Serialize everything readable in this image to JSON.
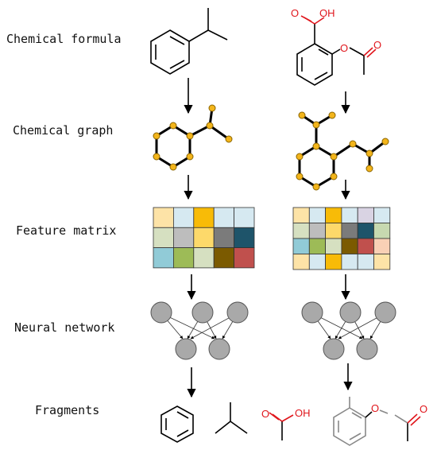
{
  "rows": [
    {
      "label": "Chemical formula"
    },
    {
      "label": "Chemical graph"
    },
    {
      "label": "Feature matrix"
    },
    {
      "label": "Neural network"
    },
    {
      "label": "Fragments"
    }
  ],
  "atom_labels": {
    "oh": "OH",
    "o": "O"
  },
  "colors": {
    "bond": "#000000",
    "heteroatom": "#e0161c",
    "node_fill": "#f3b51b",
    "node_stroke": "#8a6400",
    "neuron_fill": "#a9a9a9",
    "neuron_stroke": "#555555",
    "matrix_grid": "#333333"
  },
  "feature_matrix_left": [
    [
      "#fde3a7",
      "#d6e9f1",
      "#f8bb07",
      "#d6e9f1",
      "#d6e9f1"
    ],
    [
      "#d6e0c1",
      "#bdbdbd",
      "#fdd96a",
      "#7b7b7b",
      "#1e546a"
    ],
    [
      "#91cbd7",
      "#9dbb57",
      "#d6e0c1",
      "#7b5a00",
      "#c0504d"
    ]
  ],
  "feature_matrix_right": [
    [
      "#fde3a7",
      "#d6e9f1",
      "#f8bb07",
      "#d6e9f1",
      "#d9d3e3",
      "#d6e9f1"
    ],
    [
      "#d6e0c1",
      "#bdbdbd",
      "#fdd96a",
      "#7b7b7b",
      "#1e546a",
      "#c7d9b0"
    ],
    [
      "#91cbd7",
      "#9dbb57",
      "#d6e0c1",
      "#7b5a00",
      "#c0504d",
      "#f9d0b5"
    ],
    [
      "#fde3a7",
      "#d6e9f1",
      "#f8bb07",
      "#d6e9f1",
      "#d6e9f1",
      "#fde3a7"
    ]
  ]
}
